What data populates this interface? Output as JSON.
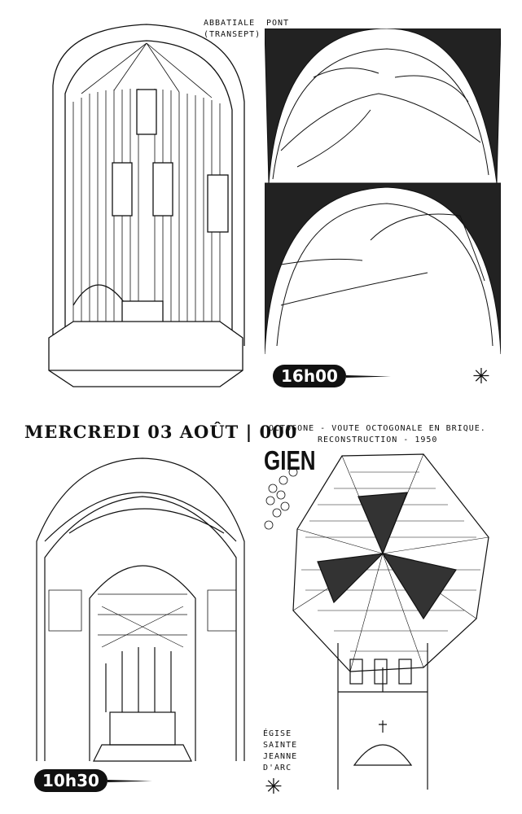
{
  "sketches": {
    "abbatiale": {
      "label": "ABBATIALE (TRANSEPT)"
    },
    "pont": {
      "label": "PONT",
      "time": "16h00"
    },
    "date_heading": "MERCREDI 03 AOÛT | 000",
    "eglise_interior": {
      "time": "10h30"
    },
    "gien": {
      "title": "GIEN",
      "note_line1": "OCTOGONE - VOUTE OCTOGONALE EN BRIQUE.",
      "note_line2": "RECONSTRUCTION - 1950",
      "church_label": "ÉGISE SAINTE JEANNE D'ARC"
    }
  },
  "icons": {
    "star": "asterisk-star-icon"
  },
  "colors": {
    "ink": "#111111",
    "paper": "#ffffff"
  }
}
